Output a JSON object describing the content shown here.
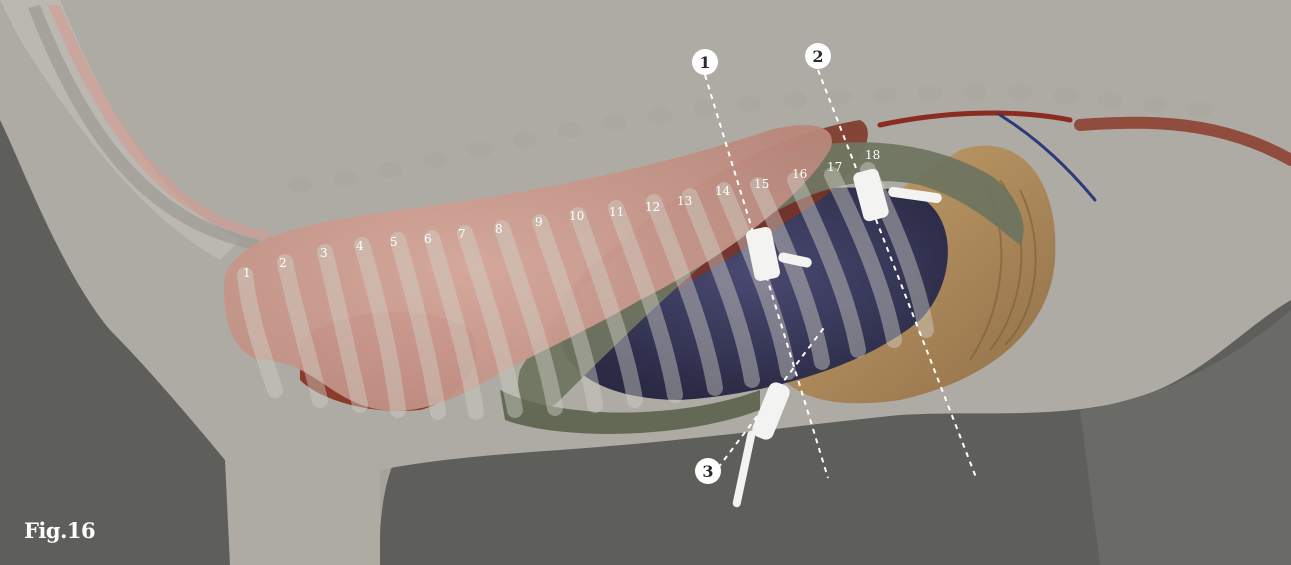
{
  "figure": {
    "caption": "Fig.16",
    "rib_labels": [
      "1",
      "2",
      "3",
      "4",
      "5",
      "6",
      "7",
      "8",
      "9",
      "10",
      "11",
      "12",
      "13",
      "14",
      "15",
      "16",
      "17",
      "18"
    ],
    "callouts": [
      "1",
      "2",
      "3"
    ],
    "colors": {
      "background": "#5e5f5b",
      "body_silhouette": "#bcb9b1",
      "lung": "#c99a8f",
      "liver": "#8b3b2a",
      "spleen": "#3b3a5c",
      "colon": "#6f7560",
      "rumen": "#b8925e",
      "rib": "#cfcfc6",
      "probe": "#f3f3f1",
      "guide_line": "#ffffff"
    },
    "icons": [
      "ultrasound-probe-icon",
      "dashed-guide-line"
    ]
  }
}
